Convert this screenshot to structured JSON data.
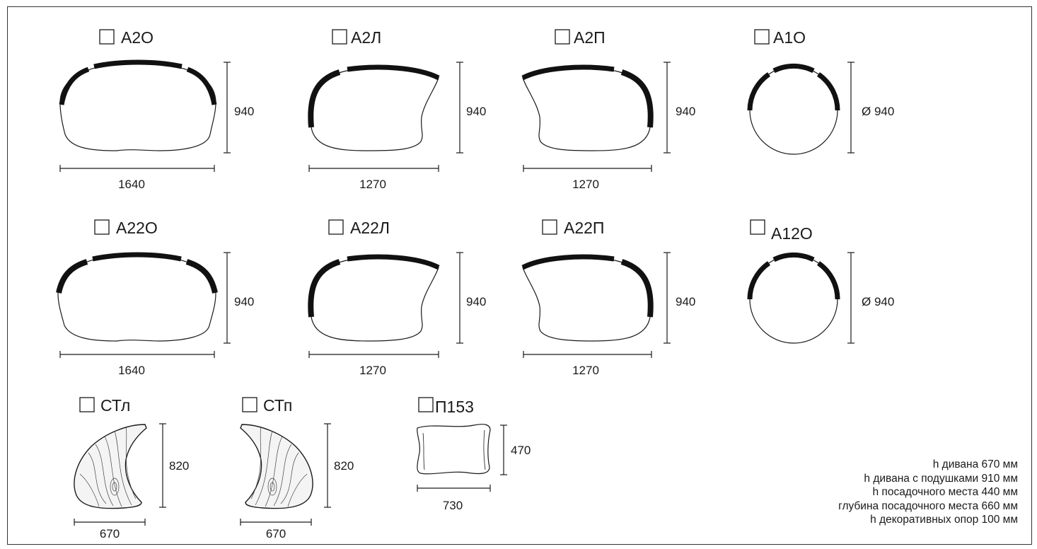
{
  "modules": [
    {
      "code": "А2О",
      "height": "940",
      "width": "1640",
      "checked": false
    },
    {
      "code": "А2Л",
      "height": "940",
      "width": "1270",
      "checked": false
    },
    {
      "code": "А2П",
      "height": "940",
      "width": "1270",
      "checked": false
    },
    {
      "code": "А1О",
      "height": "Ø 940",
      "checked": false
    },
    {
      "code": "А22О",
      "height": "940",
      "width": "1640",
      "checked": false
    },
    {
      "code": "А22Л",
      "height": "940",
      "width": "1270",
      "checked": false
    },
    {
      "code": "А22П",
      "height": "940",
      "width": "1270",
      "checked": false
    },
    {
      "code": "А12О",
      "height": "Ø 940",
      "checked": false
    },
    {
      "code": "СТл",
      "height": "820",
      "width": "670",
      "checked": false
    },
    {
      "code": "СТп",
      "height": "820",
      "width": "670",
      "checked": false
    },
    {
      "code": "П153",
      "height": "470",
      "width": "730",
      "checked": false
    }
  ],
  "specs": [
    "h дивана 670 мм",
    "h дивана с подушками 910 мм",
    "h посадочного места 440 мм",
    "глубина посадочного места 660 мм",
    "h декоративных опор 100 мм"
  ]
}
